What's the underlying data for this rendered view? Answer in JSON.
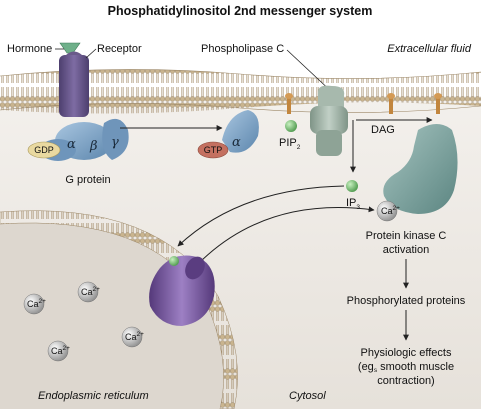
{
  "title": "Phosphatidylinositol 2nd messenger system",
  "labels": {
    "hormone": "Hormone",
    "receptor": "Receptor",
    "phospholipase_c": "Phospholipase C",
    "extracellular_fluid": "Extracellular fluid",
    "gdp": "GDP",
    "gtp": "GTP",
    "alpha": "α",
    "beta": "β",
    "gamma": "γ",
    "g_protein": "G protein",
    "pip": "PIP",
    "pip_sub": "2",
    "dag": "DAG",
    "ip": "IP",
    "ip_sub": "3",
    "ca": "Ca",
    "ca_sup": "2+",
    "pkc_line1": "Protein kinase C",
    "pkc_line2": "activation",
    "phosphorylated": "Phosphorylated proteins",
    "physio_line1": "Physiologic effects",
    "physio_line2a": "(eg",
    "physio_line2_sub": "s",
    "physio_line2b": " smooth muscle",
    "physio_line3": "contraction)",
    "er": "Endoplasmic reticulum",
    "cytosol": "Cytosol"
  },
  "colors": {
    "membrane_top": "#c9b79a",
    "membrane_dark": "#8a7a60",
    "cytosol_bg": "#eeeae4",
    "er_fill": "#e0dbd3",
    "receptor": "#6a5a8a",
    "g_protein": "#7fa3c4",
    "gdp": "#e9d9a0",
    "gtp": "#c47060",
    "plc": "#9fb2a6",
    "pkc": "#7fa3a0",
    "channel": "#7d5ea0",
    "green_ball": "#7fbf7a",
    "hormone": "#6fb08a"
  }
}
